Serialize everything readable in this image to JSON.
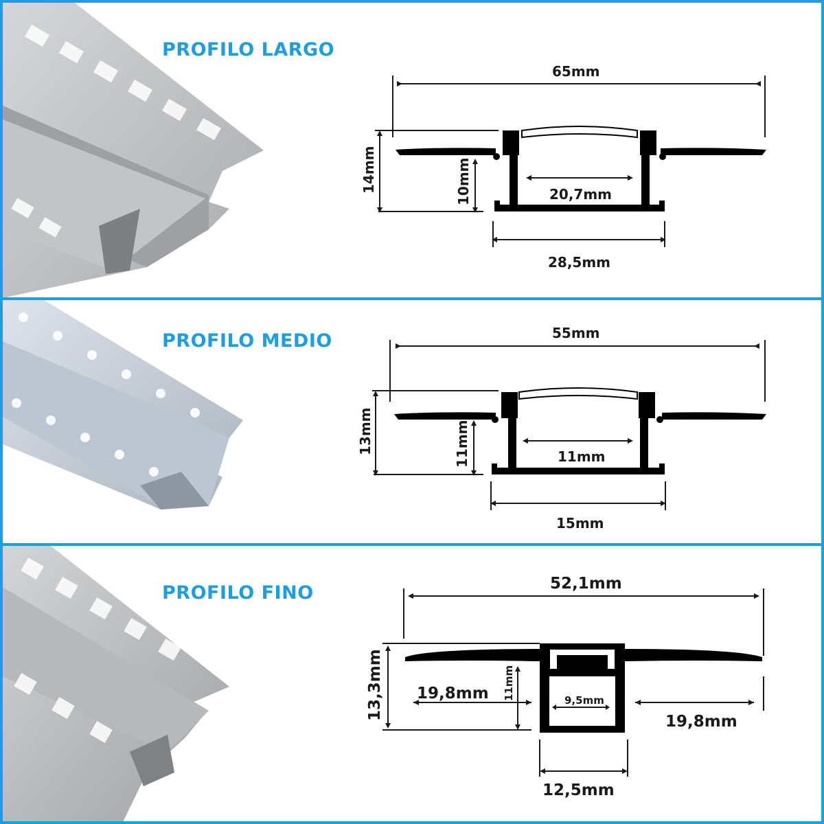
{
  "colors": {
    "accent": "#1e9ee2",
    "profile": "#000000",
    "photo_metal": "#b9bcbf"
  },
  "panels": [
    {
      "title": "PROFILO LARGO",
      "dims": {
        "overall_width": "65mm",
        "total_height": "14mm",
        "inner_height": "10mm",
        "inner_width": "20,7mm",
        "outer_width": "28,5mm"
      }
    },
    {
      "title": "PROFILO MEDIO",
      "dims": {
        "overall_width": "55mm",
        "total_height": "13mm",
        "inner_height": "11mm",
        "inner_width": "11mm",
        "outer_width": "15mm"
      }
    },
    {
      "title": "PROFILO FINO",
      "dims": {
        "overall_width": "52,1mm",
        "total_height": "13,3mm",
        "inner_height": "11mm",
        "inner_width": "9,5mm",
        "outer_width": "12,5mm",
        "left_flange": "19,8mm",
        "right_flange": "19,8mm"
      }
    }
  ]
}
